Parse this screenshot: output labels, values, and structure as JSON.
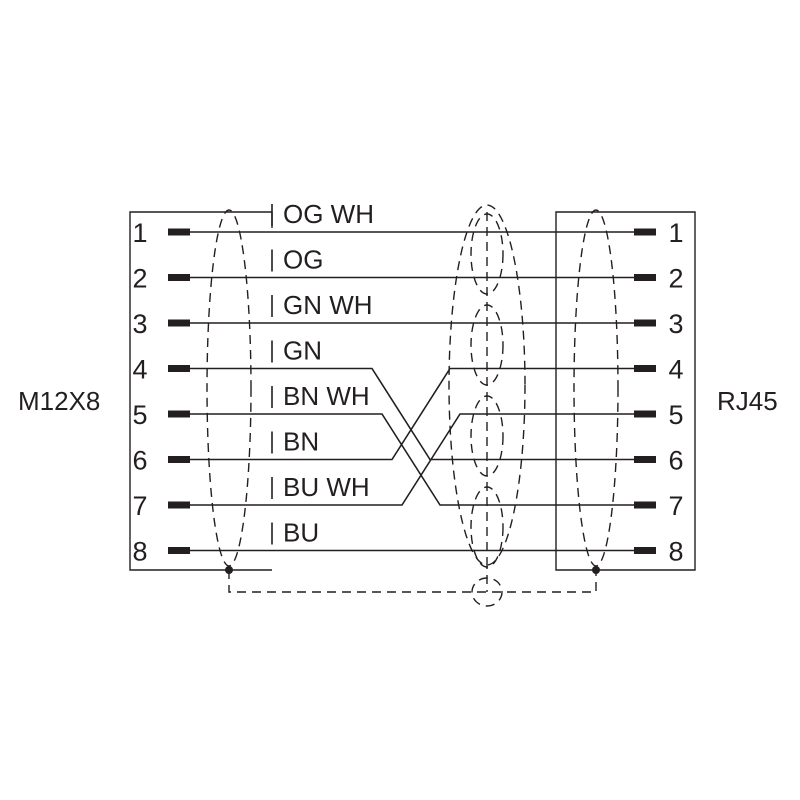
{
  "connectors": {
    "left_name": "M12X8",
    "right_name": "RJ45"
  },
  "pins": {
    "left": [
      "1",
      "2",
      "3",
      "4",
      "5",
      "6",
      "7",
      "8"
    ],
    "right": [
      "1",
      "2",
      "3",
      "4",
      "5",
      "6",
      "7",
      "8"
    ]
  },
  "wires": [
    {
      "label": "OG WH",
      "from": 1,
      "to": 1
    },
    {
      "label": "OG",
      "from": 2,
      "to": 2
    },
    {
      "label": "GN WH",
      "from": 3,
      "to": 3
    },
    {
      "label": "GN",
      "from": 4,
      "to": 6
    },
    {
      "label": "BN WH",
      "from": 5,
      "to": 7
    },
    {
      "label": "BN",
      "from": 6,
      "to": 4
    },
    {
      "label": "BU WH",
      "from": 7,
      "to": 5
    },
    {
      "label": "BU",
      "from": 8,
      "to": 8
    }
  ],
  "colors": {
    "line": "#231f20",
    "background": "#ffffff"
  }
}
